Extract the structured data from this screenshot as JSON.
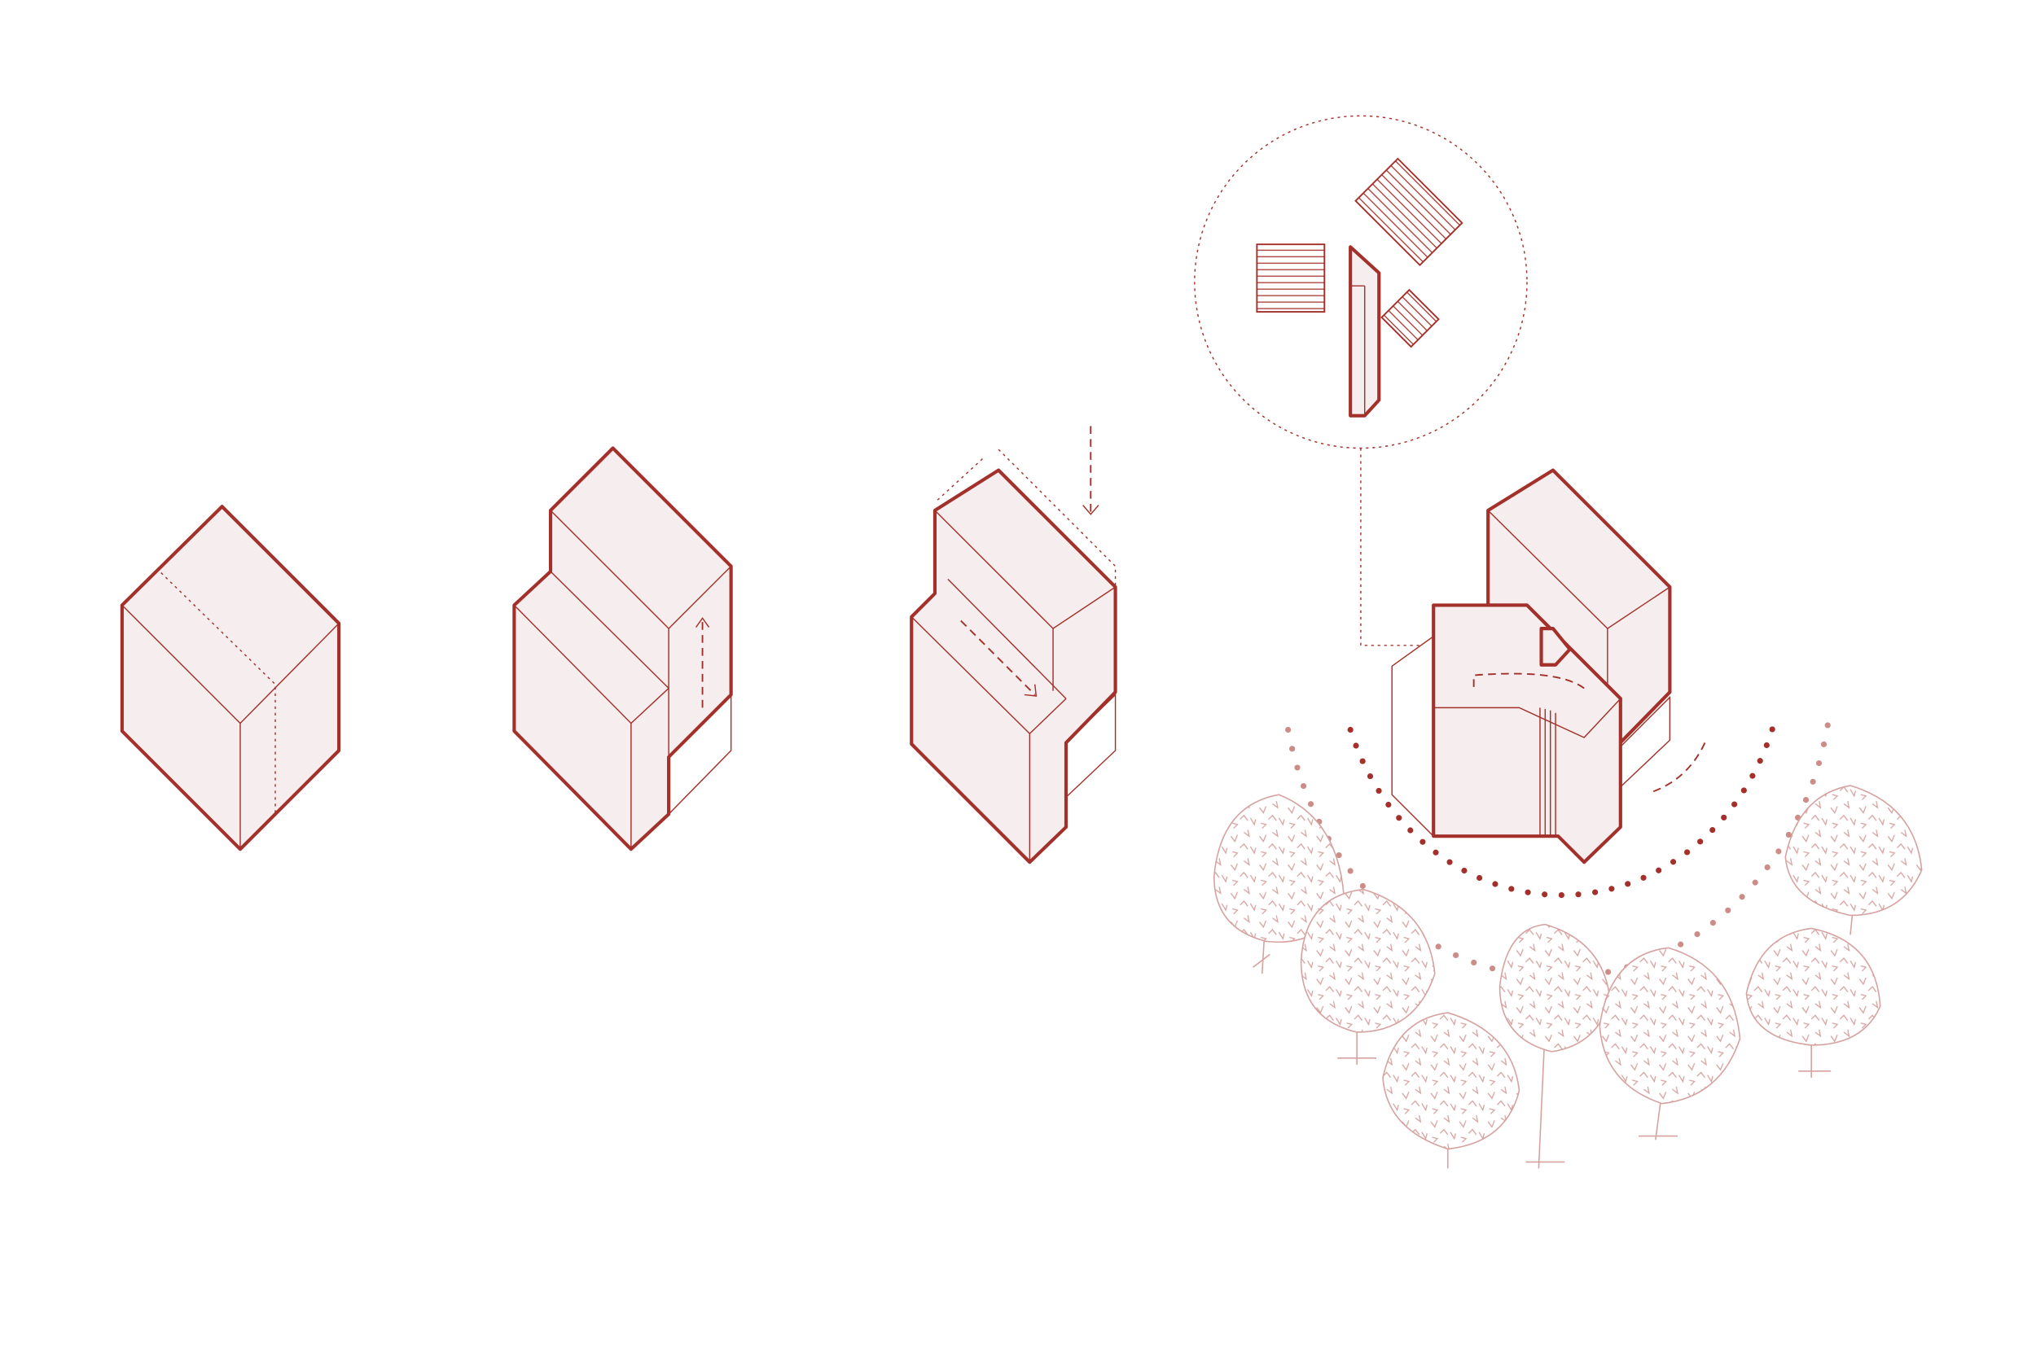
{
  "diagram": {
    "steps": [
      "volume",
      "split-and-raise",
      "shift-and-lower",
      "final-with-context"
    ],
    "colors": {
      "line": "#a3302a",
      "fill": "#f6eeee",
      "tree": "#d6a2a0",
      "background": "#ffffff"
    }
  },
  "icons": [
    "arrow-up-icon",
    "arrow-down-icon",
    "arrow-diagonal-icon",
    "arrow-curved-icon"
  ]
}
